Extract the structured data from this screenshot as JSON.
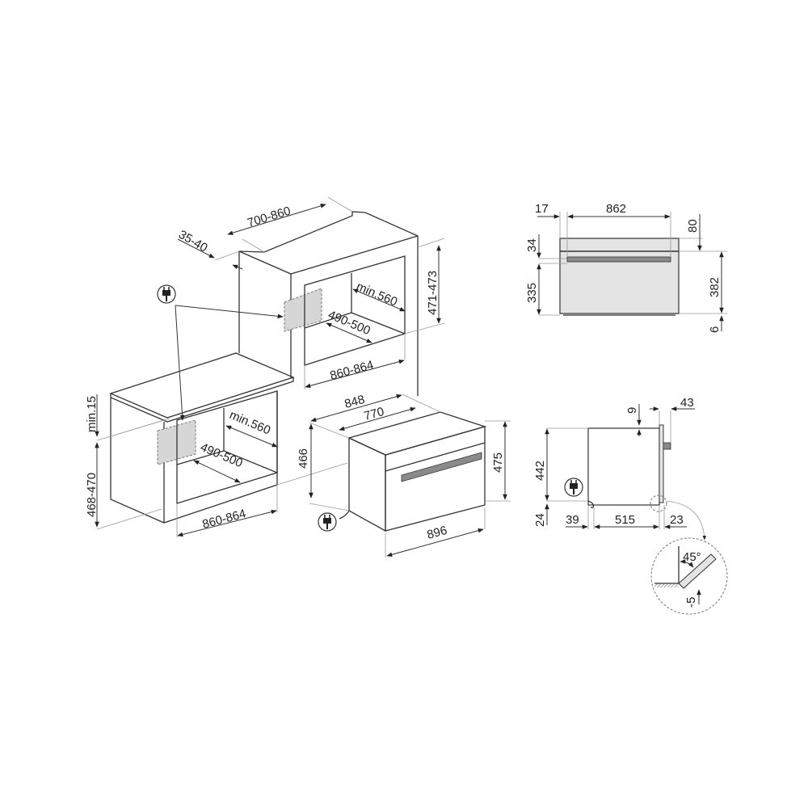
{
  "colors": {
    "line": "#333333",
    "panel": "#e4e4e4",
    "cutout": "#d6d6d6",
    "handle": "#8a8a8a"
  },
  "icons": [
    "plug-icon"
  ],
  "upper_cabinet": {
    "width": "700-860",
    "counter_depth": "35-40",
    "height": "471-473",
    "depth": "min.560",
    "opening_depth": "490-500",
    "opening_width": "860-864"
  },
  "lower_cabinet": {
    "clearance": "min.15",
    "height": "468-470",
    "depth": "min.560",
    "opening_depth": "490-500",
    "opening_width": "860-864"
  },
  "oven_iso": {
    "depth_total": "848",
    "depth_body": "770",
    "height_body": "466",
    "height_front": "475",
    "width_front": "896"
  },
  "front_view": {
    "left_offset": "17",
    "width": "862",
    "top_band": "80",
    "handle": "34",
    "lower": "335",
    "height": "382",
    "feet": "6"
  },
  "side_view": {
    "top_gap": "9",
    "door_depth": "43",
    "height": "442",
    "bottom": "24",
    "rear": "39",
    "depth": "515",
    "front": "23"
  },
  "detail": {
    "angle": "45°",
    "offset": "-5"
  }
}
